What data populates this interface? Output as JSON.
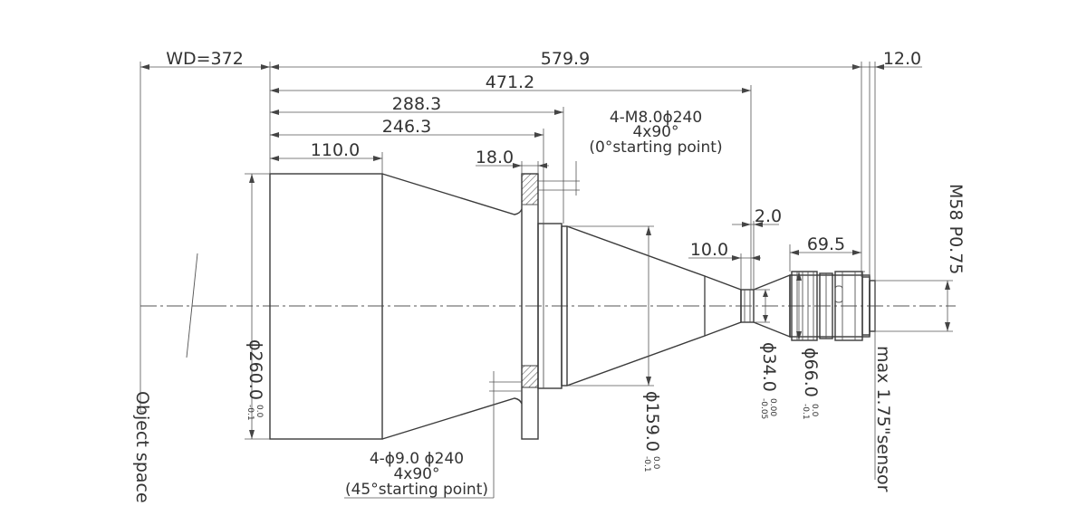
{
  "dimensions": {
    "wd": "WD=372",
    "total_length": "579.9",
    "len_471": "471.2",
    "len_288": "288.3",
    "len_246": "246.3",
    "len_110": "110.0",
    "len_18": "18.0",
    "len_2": "2.0",
    "len_10": "10.0",
    "len_69": "69.5",
    "len_12": "12.0"
  },
  "diameters": {
    "d260": "ϕ260.0",
    "d260_tol_upper": "0.0",
    "d260_tol_lower": "-0.1",
    "d159": "ϕ159.0",
    "d159_tol_upper": "0.0",
    "d159_tol_lower": "-0.1",
    "d34": "ϕ34.0",
    "d34_tol_upper": "0.00",
    "d34_tol_lower": "-0.05",
    "d66": "ϕ66.0",
    "d66_tol_upper": "0.0",
    "d66_tol_lower": "-0.1"
  },
  "notes": {
    "thread_top_1": "4-M8.0ϕ240",
    "thread_top_2": "4x90°",
    "thread_top_3": "(0°starting point)",
    "hole_bottom_1": "4-ϕ9.0  ϕ240",
    "hole_bottom_2": "4x90°",
    "hole_bottom_3": "(45°starting point)",
    "mount_thread": "M58 P0.75",
    "sensor": "max 1.75\"sensor",
    "object_space": "Object space"
  },
  "colors": {
    "line": "#3a3a3a",
    "text": "#333333",
    "background": "#ffffff"
  }
}
